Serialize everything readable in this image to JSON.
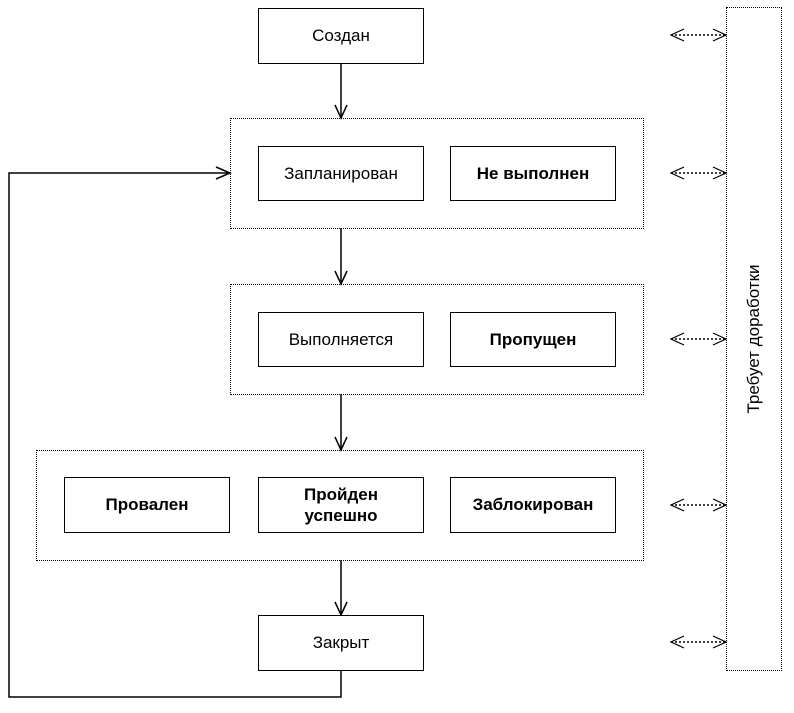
{
  "states": {
    "created": "Создан",
    "planned": "Запланирован",
    "not_executed": "Не выполнен",
    "in_progress": "Выполняется",
    "skipped": "Пропущен",
    "failed": "Провален",
    "passed": "Пройден успешно",
    "blocked": "Заблокирован",
    "closed": "Закрыт"
  },
  "side_label": "Требует доработки"
}
